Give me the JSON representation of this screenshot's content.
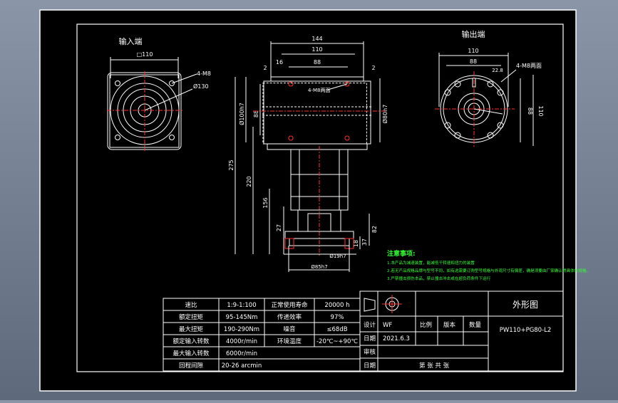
{
  "views": {
    "input_title": "输入端",
    "output_title": "输出端",
    "input_dims": {
      "d110": "□110",
      "holes": "4-M8",
      "d130": "Ø130"
    },
    "front_dims": {
      "w144": "144",
      "w110": "110",
      "w88": "88",
      "d16": "16",
      "d2a": "2",
      "d2b": "2",
      "bolts": "4-M8两面",
      "h100": "Ø100h7",
      "h88": "88",
      "h80": "Ø80h7",
      "h275": "275",
      "h220": "220",
      "h156": "156",
      "h27": "27",
      "h82": "82",
      "h37": "37",
      "h18": "18",
      "shaft": "Ø19h7",
      "flange": "Ø85h7"
    },
    "output_dims": {
      "w110": "110",
      "w88": "88",
      "w22": "22.8",
      "bolts": "4-M8两面",
      "h88": "88",
      "h110": "110"
    }
  },
  "notes": {
    "heading": "注意事项:",
    "line1": "1.本产品为减速装置，能减低千转速和扭力的装置",
    "line2": "2.若无产品规格品牌与型号不同，如有选需要订购型号规格与外观尺寸有偏差，确是须要由厂家确认得具体的规格。",
    "line3": "3.严禁撞击损伤本品，禁止撞击冲击或在超负荷条件下运行"
  },
  "specs": [
    [
      "速比",
      "1:9-1:100",
      "正常使用寿命",
      "20000 h"
    ],
    [
      "额定扭矩",
      "95-145Nm",
      "传递效率",
      "97%"
    ],
    [
      "最大扭矩",
      "190-290Nm",
      "噪音",
      "≤68dB"
    ],
    [
      "额定输入转数",
      "4000r/min",
      "环境温度",
      "-20℃~+90℃"
    ],
    [
      "最大输入转数",
      "6000r/min",
      "",
      ""
    ],
    [
      "回程间隙",
      "20-26 arcmin",
      "",
      ""
    ]
  ],
  "title_block": {
    "name": "外形图",
    "model": "PW110+PG80-L2",
    "design_label": "设计",
    "design_value": "WF",
    "scale_label": "比例",
    "version_label": "版本",
    "qty_label": "数量",
    "date_label": "日期",
    "date_value": "2021.6.3",
    "check_label": "审核",
    "date2_label": "日期",
    "sheet_text": "第  张  共  张"
  }
}
